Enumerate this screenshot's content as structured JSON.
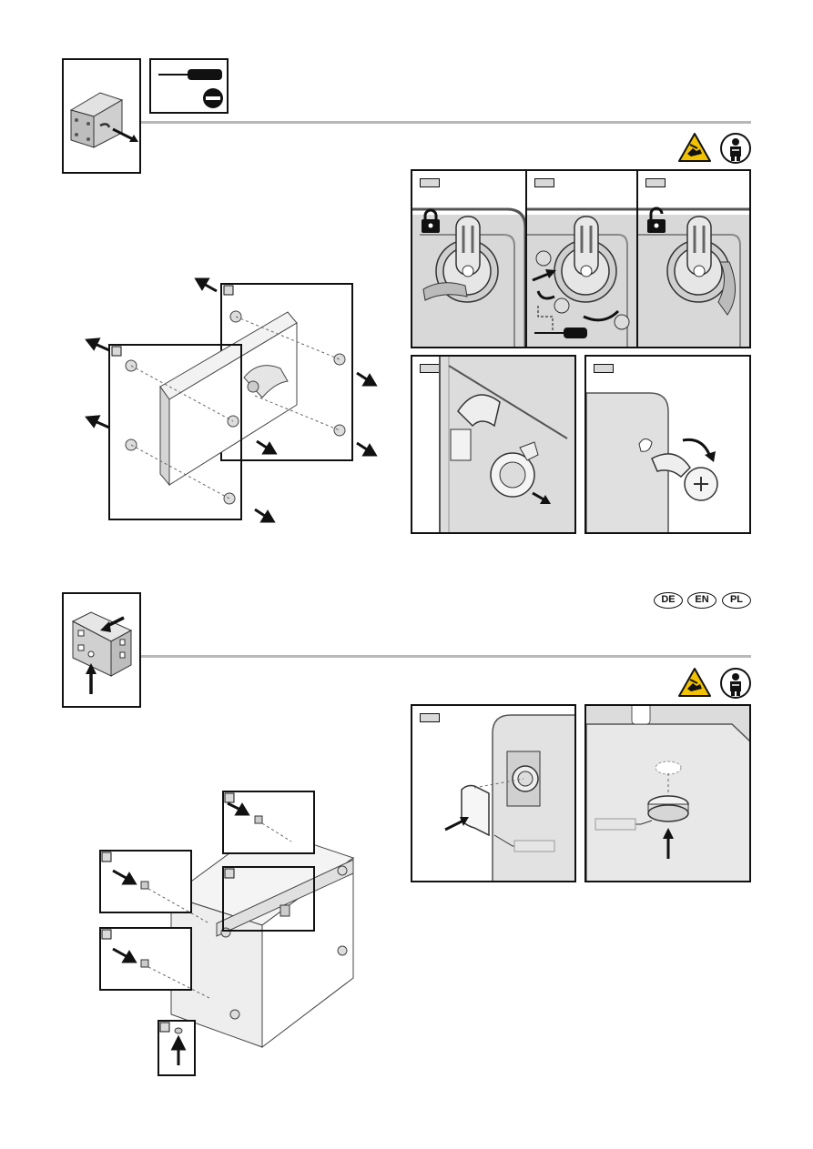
{
  "languages": [
    "DE",
    "EN",
    "PL"
  ],
  "icons": {
    "section1_step": "box-remove-cover-icon",
    "tool": "slotted-screwdriver-icon",
    "warning": "hand-crush-warning-icon",
    "person": "qualified-person-icon",
    "section2_step": "box-insert-plugs-icon",
    "lock_closed": "padlock-closed-icon",
    "lock_open": "padlock-open-icon"
  },
  "colors": {
    "warning_yellow": "#f2c200",
    "frame": "#111111",
    "rule": "#b8b8b8",
    "panel_grey": "#d8d8d8"
  }
}
